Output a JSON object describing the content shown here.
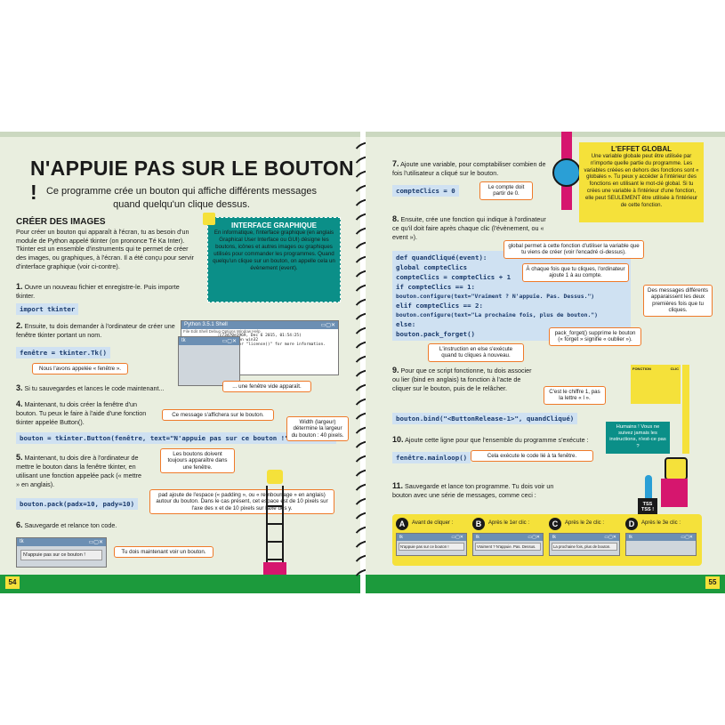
{
  "left": {
    "title": "N'APPUIE PAS SUR LE BOUTON !",
    "subtitle_line1": "Ce programme crée un bouton qui affiche différents messages",
    "subtitle_line2": "quand quelqu'un clique dessus.",
    "section": "CRÉER DES IMAGES",
    "intro": "Pour créer un bouton qui apparaît à l'écran, tu as besoin d'un module de Python appelé tkinter (on prononce Té Ka Inter). Tkinter est un ensemble d'instruments qui te permet de créer des images, ou graphiques, à l'écran. Il a été conçu pour servir d'interface graphique (voir ci-contre).",
    "interface_title": "INTERFACE GRAPHIQUE",
    "interface_text": "En informatique, l'interface graphique (en anglais Graphical User Interface ou GUI) désigne les boutons, icônes et autres images ou graphiques utilisés pour commander les programmes. Quand quelqu'un clique sur un bouton, on appelle cela un évènement (event).",
    "s1_num": "1.",
    "s1": "Ouvre un nouveau fichier et enregistre-le. Puis importe tkinter.",
    "s1_code": "import tkinter",
    "s2_num": "2.",
    "s2": "Ensuite, tu dois demander à l'ordinateur de créer une fenêtre tkinter portant un nom.",
    "s2_code": "fenêtre = tkinter.Tk()",
    "s2_note": "Nous l'avons appelée « fenêtre ».",
    "shell_title": "Python 3.5.1 Shell",
    "shell_menu": "File  Edit  Shell  Debug  Options  Window  Help",
    "shell_l1": ":c73d70e1969, Dec  6 2015, 01:54:25)",
    "shell_l2": "(AMD64)] on win32",
    "shell_l3": "credits\" or \"license()\" for more information.",
    "tk_label": "tk",
    "empty_note": "... une fenêtre vide apparaît.",
    "s3_num": "3.",
    "s3": "Si tu sauvegardes et lances le code maintenant...",
    "s4_num": "4.",
    "s4": "Maintenant, tu dois créer la fenêtre d'un bouton. Tu peux le faire à l'aide d'une fonction tkinter appelée Button().",
    "s4_note": "Ce message s'affichera sur le bouton.",
    "s4_code": "bouton = tkinter.Button(fenêtre, text=\"N'appuie pas sur ce bouton !\", width=40)",
    "width_note": "Width (largeur) détermine la largeur du bouton : 40 pixels.",
    "s5_num": "5.",
    "s5": "Maintenant, tu dois dire à l'ordinateur de mettre le bouton dans la fenêtre tkinter, en utilisant une fonction appelée pack (« mettre » en anglais).",
    "s5_note": "Les boutons doivent toujours apparaître dans une fenêtre.",
    "s5_code": "bouton.pack(padx=10, pady=10)",
    "pad_note": "pad ajoute de l'espace (« padding », ou « rembourrage » en anglais) autour du bouton. Dans le cas présent, cet espace est de 10 pixels sur l'axe des x et de 10 pixels sur l'axe des y.",
    "s6_num": "6.",
    "s6": "Sauvegarde et relance ton code.",
    "s6_button": "N'appuie pas sur ce bouton !",
    "s6_note": "Tu dois maintenant voir un bouton.",
    "page_number": "54"
  },
  "right": {
    "s7_num": "7.",
    "s7": "Ajoute une variable, pour comptabiliser combien de fois l'utilisateur a cliqué sur le bouton.",
    "s7_code": "compteClics = 0",
    "s7_note": "Le compte doit partir de 0.",
    "global_title": "L'EFFET GLOBAL",
    "global_text": "Une variable globale peut être utilisée par n'importe quelle partie du programme. Les variables créées en dehors des fonctions sont « globales ». Tu peux y accéder à l'intérieur des fonctions en utilisant le mot-clé global. Si tu crées une variable à l'intérieur d'une fonction, elle peut SEULEMENT être utilisée à l'intérieur de cette fonction.",
    "s8_num": "8.",
    "s8": "Ensuite, crée une fonction qui indique à l'ordinateur ce qu'il doit faire après chaque clic (l'évènement, ou « event »).",
    "code8": [
      "def quandCliqué(event):",
      "    global compteClics",
      "    compteClics = compteClics + 1",
      "    if compteClics == 1:",
      "        bouton.configure(text=\"Vraiment ? N'appuie. Pas. Dessus.\")",
      "    elif compteClics == 2:",
      "        bouton.configure(text=\"La prochaine fois, plus de bouton.\")",
      "    else:",
      "        bouton.pack_forget()"
    ],
    "n_global": "global permet à cette fonction d'utiliser la variable que tu viens de créer (voir l'encadré ci-dessus).",
    "n_count": "À chaque fois que tu cliques, l'ordinateur ajoute 1 à au compte.",
    "n_msgs": "Des messages différents apparaissent les deux premières fois que tu cliques.",
    "n_forget": "pack_forget() supprime le bouton (« forget » signifie « oublier »).",
    "n_else": "L'instruction en else s'exécute quand tu cliques à nouveau.",
    "s9_num": "9.",
    "s9": "Pour que ce script fonctionne, tu dois associer ou lier (bind en anglais) ta fonction à l'acte de cliquer sur le bouton, puis de le relâcher.",
    "s9_code": "bouton.bind(\"<ButtonRelease-1>\", quandCliqué)",
    "s9_note": "C'est le chiffre 1, pas la lettre « l ».",
    "s10_num": "10.",
    "s10": "Ajoute cette ligne pour que l'ensemble du programme s'exécute :",
    "s10_code": "fenêtre.mainloop()",
    "s10_note": "Cela exécute le code lié à ta fenêtre.",
    "robot_speech": "Humains ! Vous ne suivez jamais les instructions, n'est-ce pas ?",
    "robot_sign": "TSS TSS !",
    "fonction_label": "FONCTION",
    "clic_label": "CLIC",
    "s11_num": "11.",
    "s11": "Sauvegarde et lance ton programme. Tu dois voir un bouton avec une série de messages, comme ceci :",
    "panels": [
      {
        "letter": "A",
        "label": "Avant de cliquer :",
        "button": "N'appuie pas sur ce bouton !"
      },
      {
        "letter": "B",
        "label": "Après le 1er clic :",
        "button": "Vraiment ? N'appuie. Pas. Dessus."
      },
      {
        "letter": "C",
        "label": "Après le 2e clic :",
        "button": "La prochaine fois, plus de bouton."
      },
      {
        "letter": "D",
        "label": "Après le 3e clic :",
        "button": ""
      }
    ],
    "tk_label": "tk",
    "page_number": "55"
  },
  "colors": {
    "accent": "#ef7a2a",
    "code_bg": "#cfe1f2",
    "teal": "#0b8f88",
    "green": "#1c9a3c",
    "yellow": "#f5e13a",
    "magenta": "#d6166e"
  }
}
